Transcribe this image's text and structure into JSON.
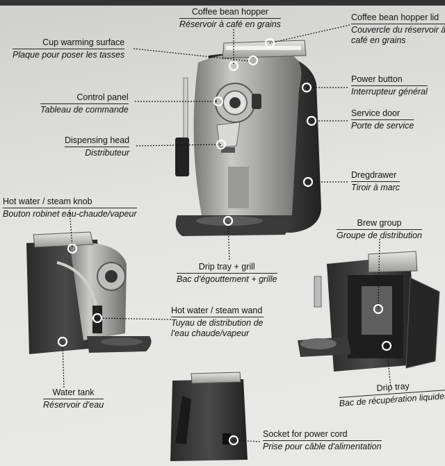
{
  "labels": {
    "coffee_bean_hopper": {
      "en": "Coffee bean hopper",
      "fr": "Réservoir à café en grains"
    },
    "coffee_bean_hopper_lid": {
      "en": "Coffee bean hopper lid",
      "fr_1": "Couvercle du réservoir à",
      "fr_2": "café en grains"
    },
    "cup_warming_surface": {
      "en": "Cup warming surface",
      "fr": "Plaque pour poser les tasses"
    },
    "power_button": {
      "en": "Power button",
      "fr": "Interrupteur général"
    },
    "control_panel": {
      "en": "Control panel",
      "fr": "Tableau de commande"
    },
    "service_door": {
      "en": "Service door",
      "fr": "Porte de service"
    },
    "dispensing_head": {
      "en": "Dispensing head",
      "fr": "Distributeur"
    },
    "dregdrawer": {
      "en": "Dregdrawer",
      "fr": "Tiroir à marc"
    },
    "hot_water_steam_knob": {
      "en": "Hot water / steam  knob",
      "fr": "Bouton robinet eau-chaude/vapeur"
    },
    "brew_group": {
      "en": "Brew group",
      "fr": "Groupe de distribution"
    },
    "drip_tray_grill": {
      "en": "Drip tray + grill",
      "fr": "Bac d'égouttement + grille"
    },
    "hot_water_steam_wand": {
      "en": "Hot water  / steam wand",
      "fr_1": "Tuyau de distribution de",
      "fr_2": "l'eau chaude/vapeur"
    },
    "water_tank": {
      "en": "Water tank",
      "fr": "Réservoir d'eau"
    },
    "drip_tray": {
      "en": "Drip tray",
      "fr": "Bac de récupération liquides"
    },
    "socket_power_cord": {
      "en": "Socket for power cord",
      "fr": "Prise pour câble d'alimentation"
    }
  }
}
